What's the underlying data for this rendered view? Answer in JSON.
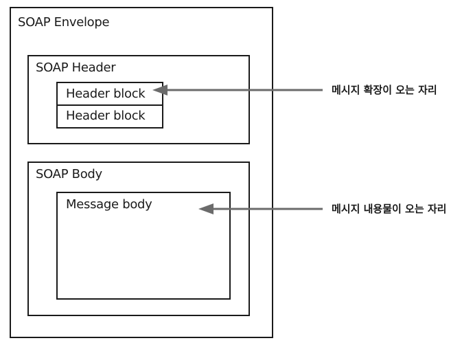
{
  "envelope": {
    "label": "SOAP Envelope"
  },
  "header": {
    "label": "SOAP Header",
    "blocks": [
      "Header block",
      "Header block"
    ]
  },
  "body": {
    "label": "SOAP Body",
    "message_label": "Message body"
  },
  "annotations": {
    "header_extension": "메시지 확장이 오는 자리",
    "body_content": "메시지 내용물이 오는 자리"
  },
  "colors": {
    "border": "#1a1a1a",
    "arrow": "#6b6b6b"
  }
}
